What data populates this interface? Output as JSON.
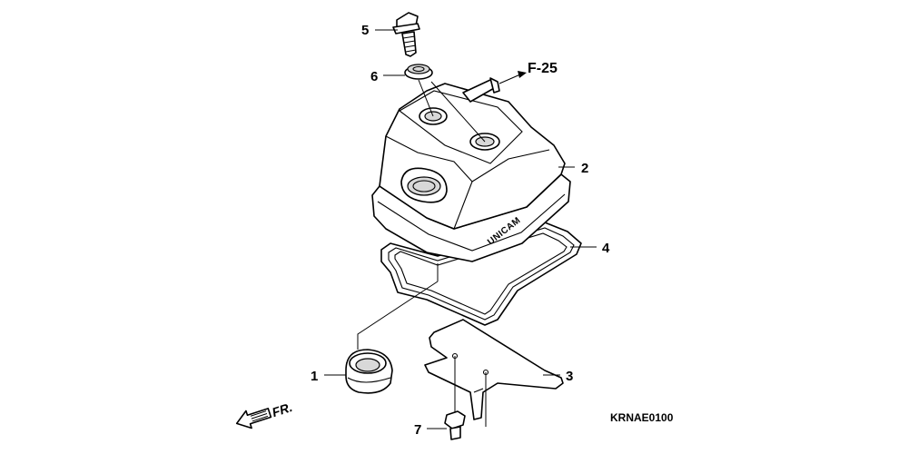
{
  "diagram_code": "KRNAE0100",
  "reference": "F-25",
  "direction_label": "FR.",
  "stamp_text": "UNICAM",
  "callouts": [
    {
      "id": "p1",
      "label": "1"
    },
    {
      "id": "p2",
      "label": "2"
    },
    {
      "id": "p3",
      "label": "3"
    },
    {
      "id": "p4",
      "label": "4"
    },
    {
      "id": "p5",
      "label": "5"
    },
    {
      "id": "p6",
      "label": "6"
    },
    {
      "id": "p7",
      "label": "7"
    }
  ]
}
